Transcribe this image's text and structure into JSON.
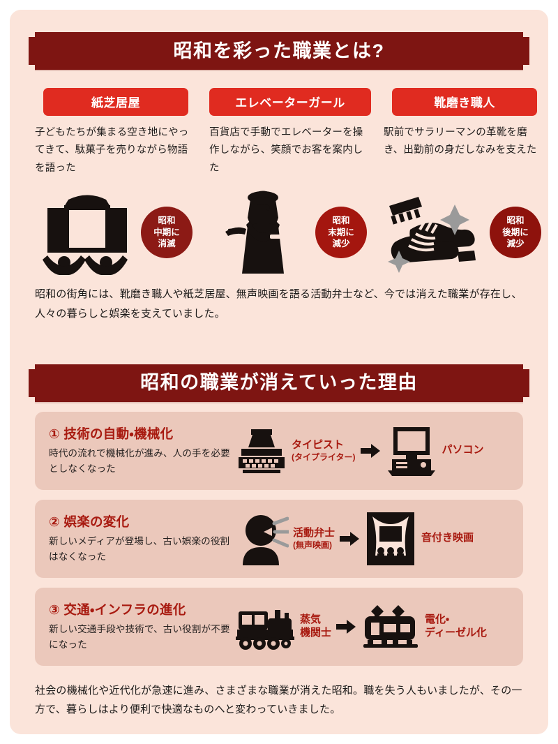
{
  "theme": {
    "page_bg": "#FFFFFF",
    "panel_bg": "#FBE4DA",
    "banner_bg": "#7E1512",
    "pill_bg": "#E02B20",
    "badge_bg": "#8C1A15",
    "card_bg": "#EBC8BB",
    "accent_text": "#A81A10",
    "body_text": "#231F1E"
  },
  "section1": {
    "banner_title": "昭和を彩った職業とは?",
    "professions": [
      {
        "name": "紙芝居屋",
        "description": "子どもたちが集まる空き地にやってきて、駄菓子を売りながら物語を語った",
        "icon": "kamishibai-stage-icon",
        "badge": [
          "昭和",
          "中期に",
          "消滅"
        ]
      },
      {
        "name": "エレベーターガール",
        "description": "百貨店で手動でエレベーターを操作しながら、笑顔でお客を案内した",
        "icon": "elevator-girl-icon",
        "badge": [
          "昭和",
          "末期に",
          "減少"
        ]
      },
      {
        "name": "靴磨き職人",
        "description": "駅前でサラリーマンの革靴を磨き、出勤前の身だしなみを支えた",
        "icon": "shoe-shine-icon",
        "badge": [
          "昭和",
          "後期に",
          "減少"
        ]
      }
    ],
    "summary": "昭和の街角には、靴磨き職人や紙芝居屋、無声映画を語る活動弁士など、今では消えた職業が存在し、人々の暮らしと娯楽を支えていました。"
  },
  "section2": {
    "banner_title": "昭和の職業が消えていった理由",
    "reasons": [
      {
        "title": "① 技術の自動・機械化",
        "subtitle": "時代の流れで機械化が進み、人の手を必要としなくなった",
        "from_icon": "typewriter-icon",
        "from_label": "タイピスト",
        "from_sublabel": "(タイプライター)",
        "arrow": "arrow-right-icon",
        "to_icon": "desktop-computer-icon",
        "to_label": "パソコン"
      },
      {
        "title": "② 娯楽の変化",
        "subtitle": "新しいメディアが登場し、古い娯楽の役割はなくなった",
        "from_icon": "benshi-narrator-icon",
        "from_label": "活動弁士",
        "from_sublabel": "(無声映画)",
        "arrow": "arrow-right-icon",
        "to_icon": "movie-theater-icon",
        "to_label": "音付き映画"
      },
      {
        "title": "③ 交通・インフラの進化",
        "subtitle": "新しい交通手段や技術で、古い役割が不要になった",
        "from_icon": "steam-locomotive-icon",
        "from_label": "蒸気",
        "from_sublabel": "機関士",
        "arrow": "arrow-right-icon",
        "to_icon": "electric-train-icon",
        "to_label_line1": "電化・",
        "to_label_line2": "ディーゼル化"
      }
    ],
    "conclusion": "社会の機械化や近代化が急速に進み、さまざまな職業が消えた昭和。職を失う人もいましたが、その一方で、暮らしはより便利で快適なものへと変わっていきました。"
  }
}
